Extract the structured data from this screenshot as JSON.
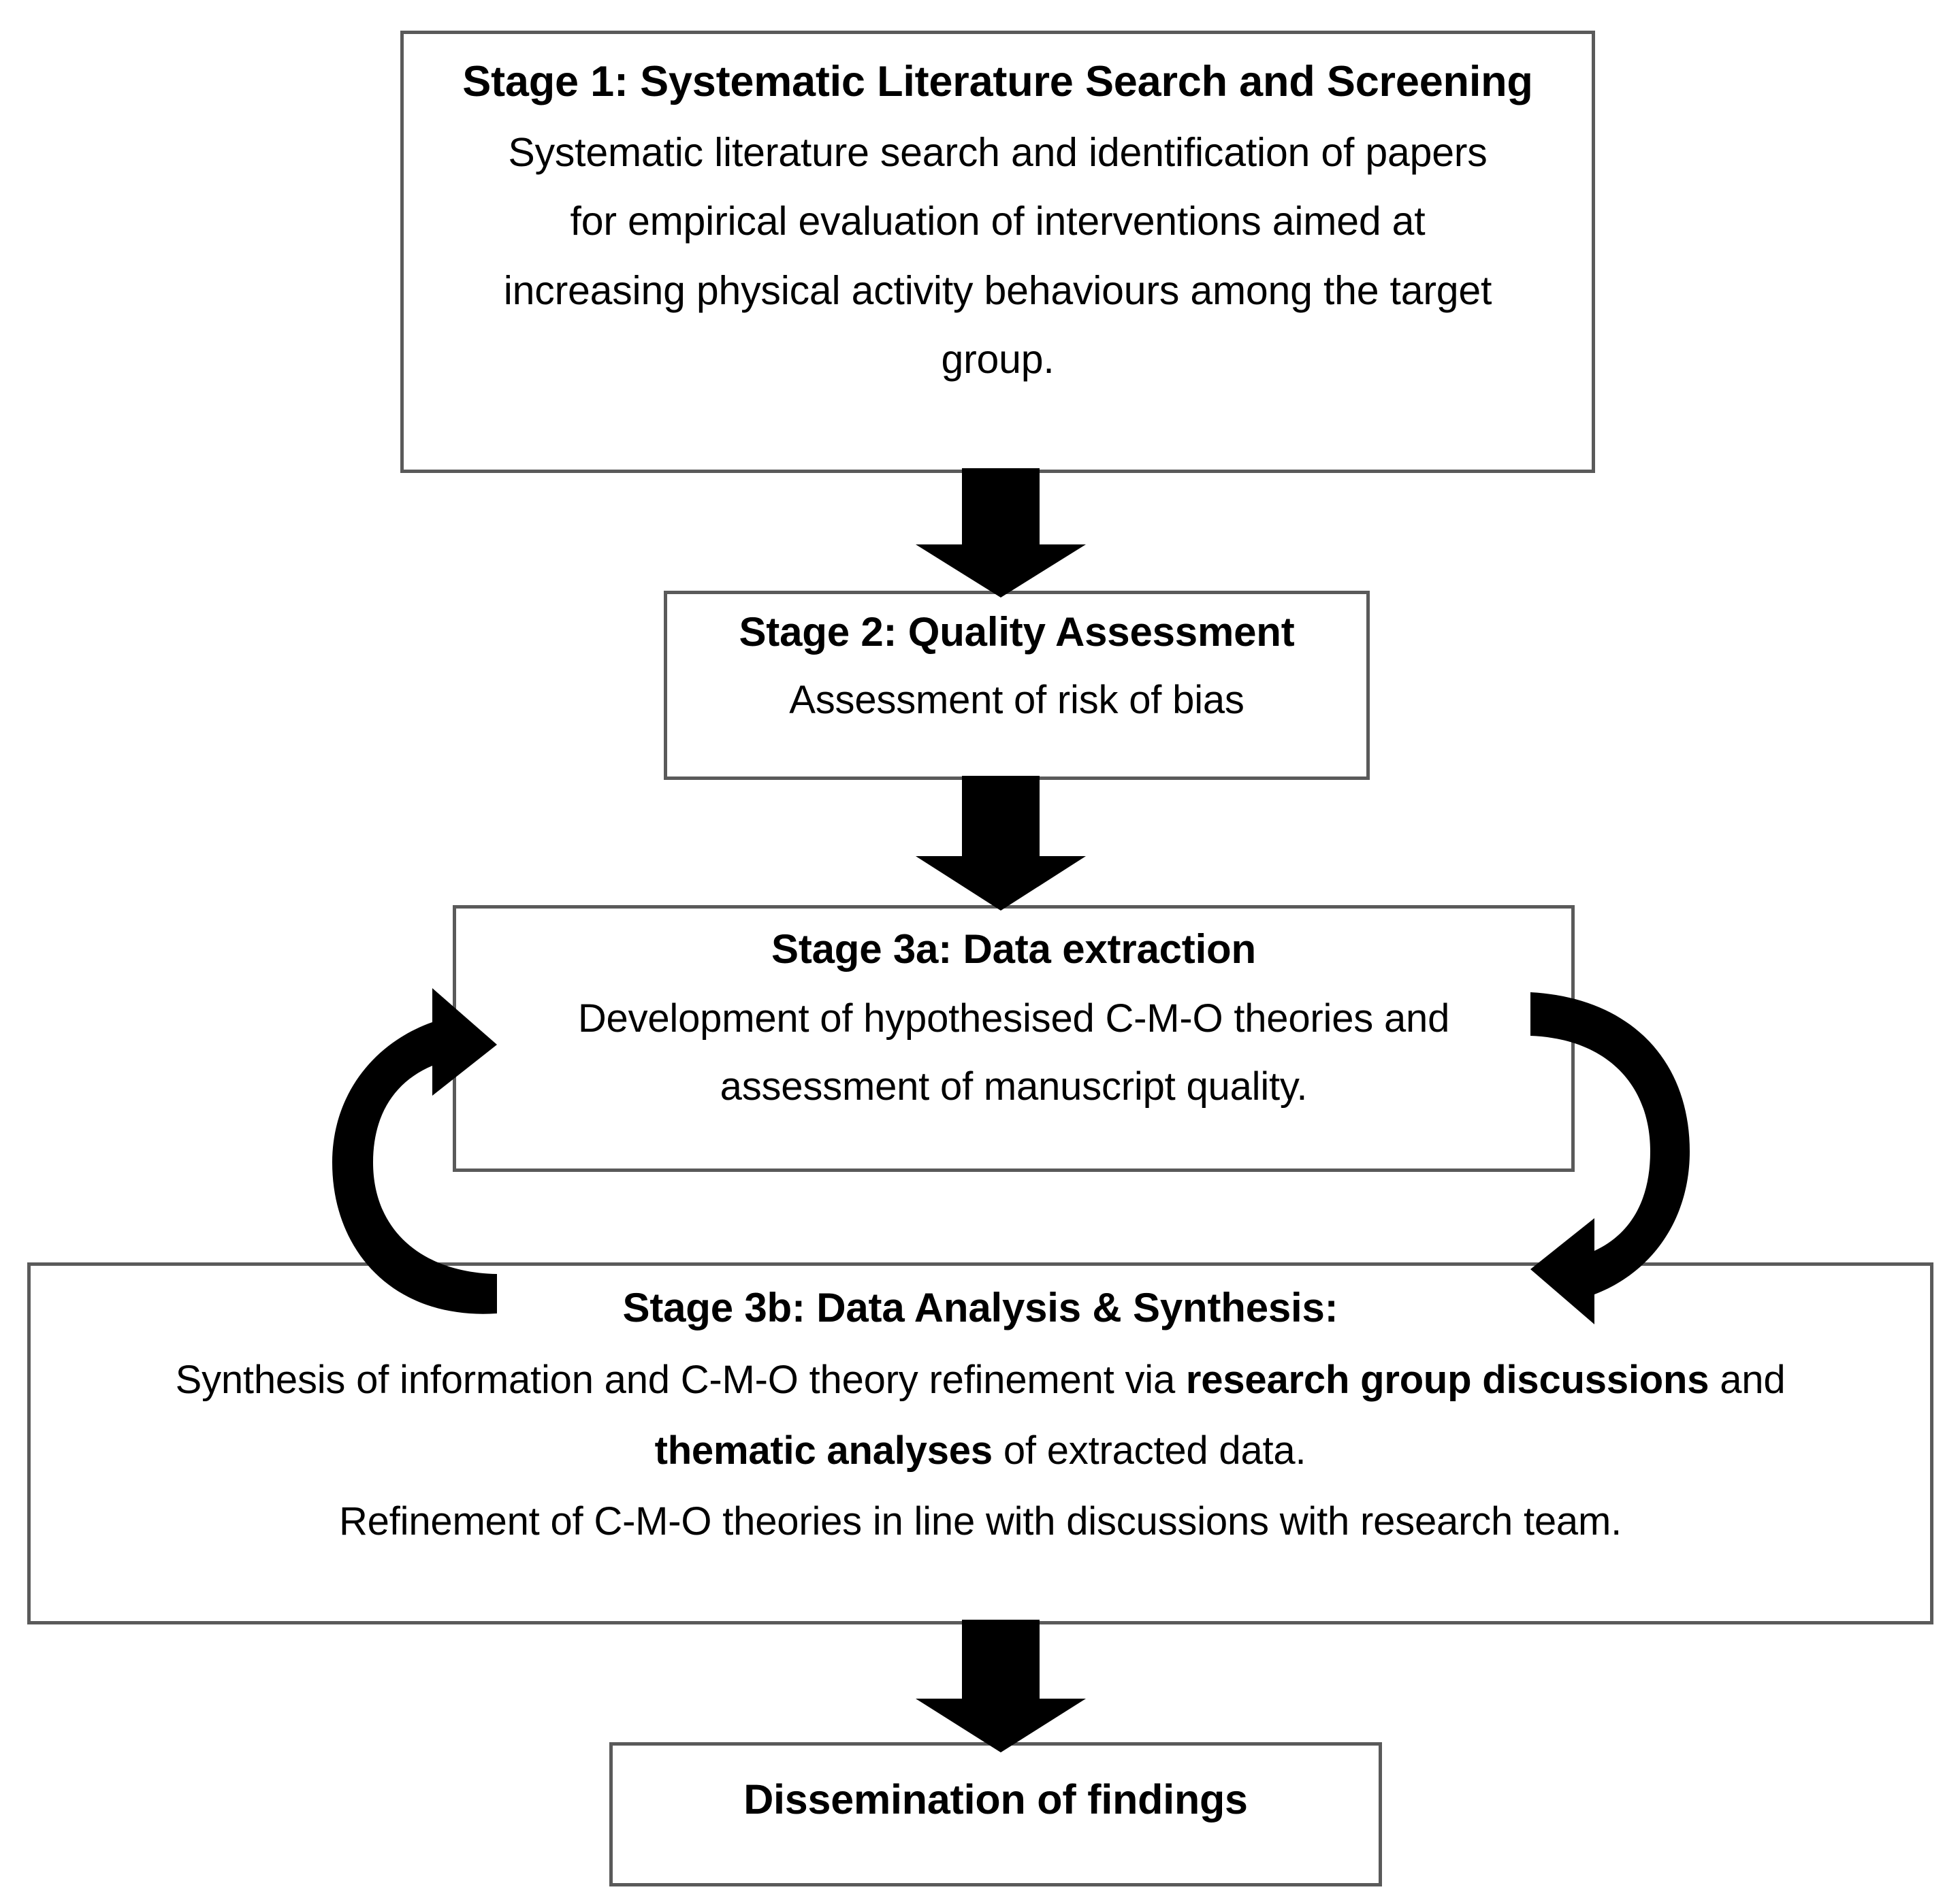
{
  "diagram": {
    "title": "Review process flowchart",
    "line_color": "#5a5a5a",
    "arrow_color": "#000000",
    "background": "#ffffff"
  },
  "stages": {
    "stage1": {
      "title": "Stage 1: Systematic Literature Search and Screening",
      "line1": "Systematic literature search and identification of papers",
      "line2": "for empirical evaluation of interventions aimed at",
      "line3": "increasing physical activity behaviours among the target",
      "line4": "group."
    },
    "stage2": {
      "title": "Stage 2: Quality Assessment",
      "line1": "Assessment of risk of bias"
    },
    "stage3a": {
      "title": "Stage 3a: Data extraction",
      "line1": "Development of hypothesised C-M-O theories and",
      "line2": "assessment of manuscript quality."
    },
    "stage3b": {
      "title": "Stage 3b: Data Analysis & Synthesis:",
      "line1_part1": "Synthesis of information and C-M-O theory refinement via ",
      "line1_bold": "research group discussions",
      "line1_part2": " and",
      "line2_bold": "thematic analyses",
      "line2_part2": " of extracted data.",
      "line3": "Refinement of C-M-O theories in line with discussions with research team."
    },
    "dissemination": {
      "title": "Dissemination of findings"
    }
  },
  "connectors": [
    {
      "id": "arrow-stage1-to-stage2",
      "kind": "block-arrow-down",
      "from": "stage1",
      "to": "stage2"
    },
    {
      "id": "arrow-stage2-to-stage3a",
      "kind": "block-arrow-down",
      "from": "stage2",
      "to": "stage3a"
    },
    {
      "id": "arrow-stage3a-to-stage3b",
      "kind": "curved-arrow-down-left",
      "from": "stage3a",
      "to": "stage3b"
    },
    {
      "id": "arrow-stage3b-to-stage3a",
      "kind": "curved-arrow-up-right",
      "from": "stage3b",
      "to": "stage3a"
    },
    {
      "id": "arrow-stage3b-to-dissemination",
      "kind": "block-arrow-down",
      "from": "stage3b",
      "to": "dissemination"
    }
  ]
}
